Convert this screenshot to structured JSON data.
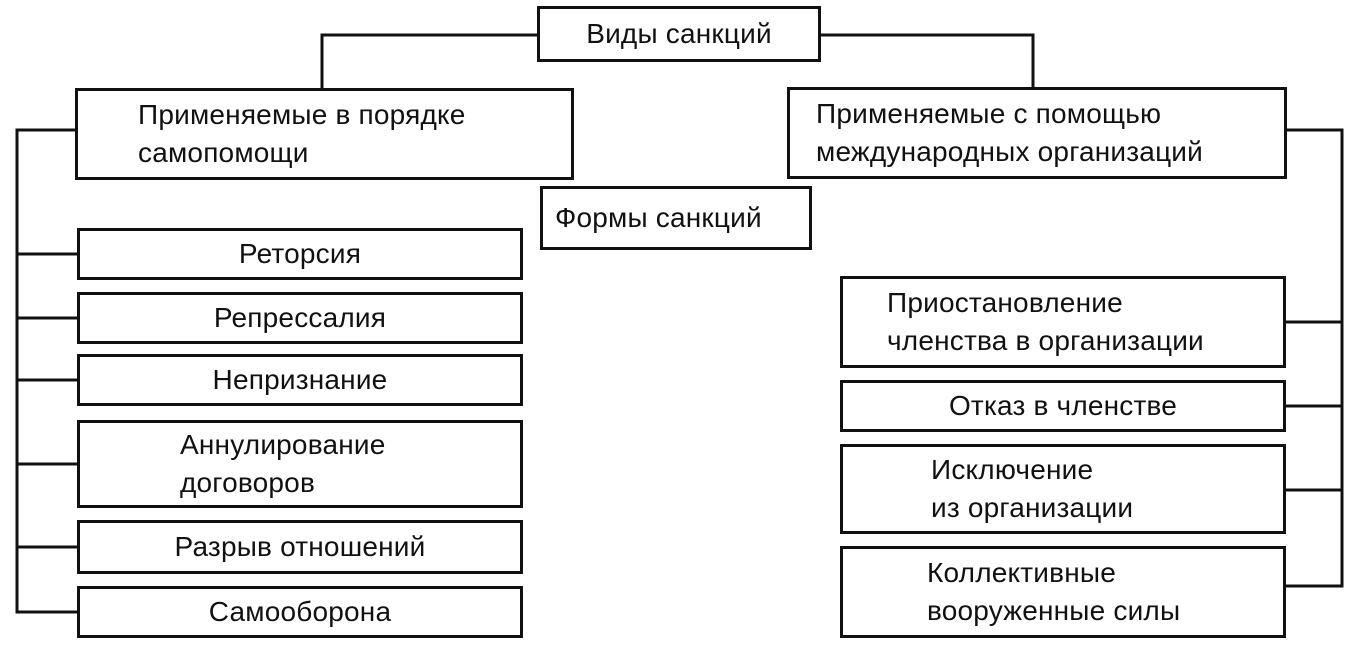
{
  "diagram": {
    "root": "Виды санкций",
    "left_category": [
      "Применяемые в порядке",
      "самопомощи"
    ],
    "right_category": [
      "Применяемые с помощью",
      "международных организаций"
    ],
    "forms_label": "Формы санкций",
    "left_items": [
      [
        "Реторсия"
      ],
      [
        "Репрессалия"
      ],
      [
        "Непризнание"
      ],
      [
        "Аннулирование",
        "договоров"
      ],
      [
        "Разрыв отношений"
      ],
      [
        "Самооборона"
      ]
    ],
    "right_items": [
      [
        "Приостановление",
        "членства в организации"
      ],
      [
        "Отказ в членстве"
      ],
      [
        "Исключение",
        "из организации"
      ],
      [
        "Коллективные",
        "вооруженные силы"
      ]
    ]
  }
}
